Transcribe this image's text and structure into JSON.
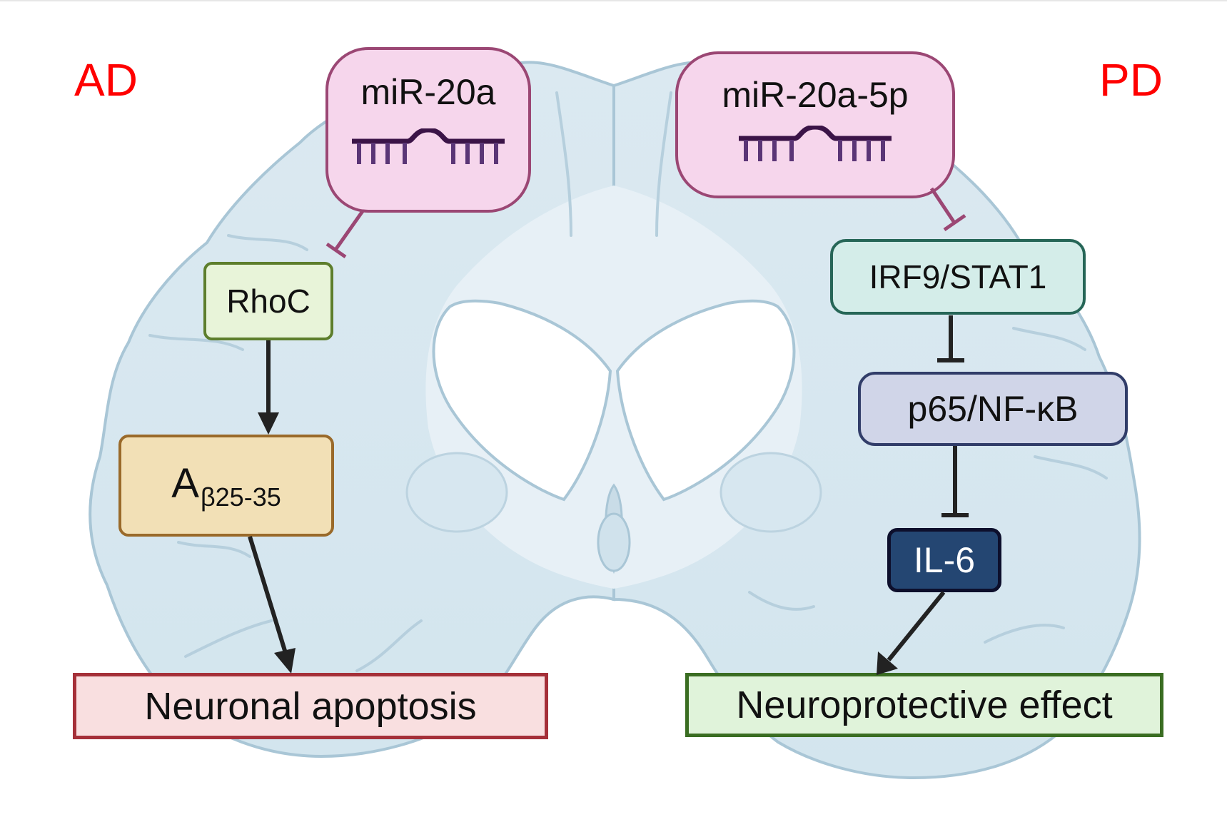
{
  "diagram": {
    "title": "miR-20a in neurodegenerative disease",
    "panels": {
      "left": {
        "label": "AD",
        "mirna": "miR-20a",
        "target": "RhoC",
        "intermediate": "A",
        "intermediate_subscript": "β25-35",
        "outcome": "Neuronal apoptosis"
      },
      "right": {
        "label": "PD",
        "mirna": "miR-20a-5p",
        "target": "IRF9/STAT1",
        "intermediate": "p65/NF-κB",
        "effector": "IL-6",
        "outcome": "Neuroprotective effect"
      }
    },
    "edges": [
      {
        "from": "miR-20a",
        "to": "RhoC",
        "type": "inhibition"
      },
      {
        "from": "RhoC",
        "to": "Aβ25-35",
        "type": "activation"
      },
      {
        "from": "Aβ25-35",
        "to": "Neuronal apoptosis",
        "type": "activation"
      },
      {
        "from": "miR-20a-5p",
        "to": "IRF9/STAT1",
        "type": "inhibition"
      },
      {
        "from": "IRF9/STAT1",
        "to": "p65/NF-κB",
        "type": "inhibition"
      },
      {
        "from": "p65/NF-κB",
        "to": "IL-6",
        "type": "inhibition"
      },
      {
        "from": "IL-6",
        "to": "Neuroprotective effect",
        "type": "activation"
      }
    ],
    "colors": {
      "disease_label": "#ff0000",
      "mirna_border": "#9b4774",
      "mirna_fill": "#f6d6ec",
      "brain_fill": "#d6e6ef",
      "brain_stroke": "#a9c6d6"
    }
  }
}
